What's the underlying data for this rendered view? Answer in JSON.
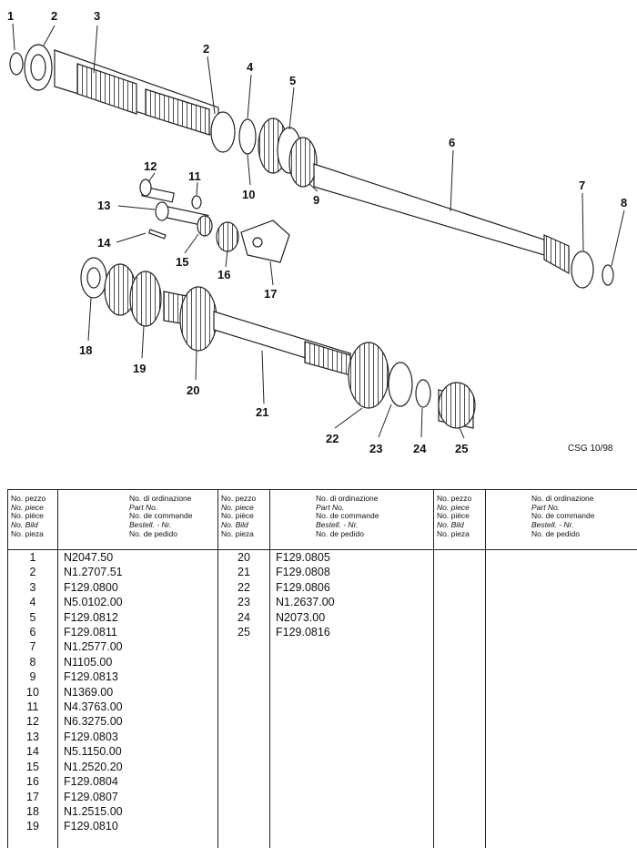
{
  "diagram": {
    "callouts": [
      "1",
      "2",
      "3",
      "2",
      "4",
      "5",
      "6",
      "7",
      "8",
      "9",
      "10",
      "11",
      "12",
      "13",
      "14",
      "15",
      "16",
      "17",
      "18",
      "19",
      "20",
      "21",
      "22",
      "23",
      "24",
      "25"
    ],
    "reference": "CSG 10/98"
  },
  "table": {
    "header_left": [
      "No. pezzo",
      "No. piece",
      "No. pièce",
      "No. Bild",
      "No. pieza"
    ],
    "header_right": [
      "No. di ordinazione",
      "Part No.",
      "No. de commande",
      "Bestell. - Nr.",
      "No. de pedido"
    ],
    "columns": [
      {
        "nums": [
          "1",
          "2",
          "3",
          "4",
          "5",
          "6",
          "7",
          "8",
          "9",
          "10",
          "11",
          "12",
          "13",
          "14",
          "15",
          "16",
          "17",
          "18",
          "19"
        ],
        "codes": [
          "N2047.50",
          "N1.2707.51",
          "F129.0800",
          "N5.0102.00",
          "F129.0812",
          "F129.0811",
          "N1.2577.00",
          " N1105.00",
          "F129.0813",
          "N1369.00",
          "N4.3763.00",
          "N6.3275.00",
          "F129.0803",
          "N5.1150.00",
          "N1.2520.20",
          "F129.0804",
          "F129.0807",
          "N1.2515.00",
          "F129.0810"
        ]
      },
      {
        "nums": [
          "20",
          "21",
          "22",
          "23",
          "24",
          "25"
        ],
        "codes": [
          "F129.0805",
          "F129.0808",
          "F129.0806",
          "N1.2637.00",
          "N2073.00",
          "F129.0816"
        ]
      },
      {
        "nums": [],
        "codes": []
      }
    ]
  }
}
